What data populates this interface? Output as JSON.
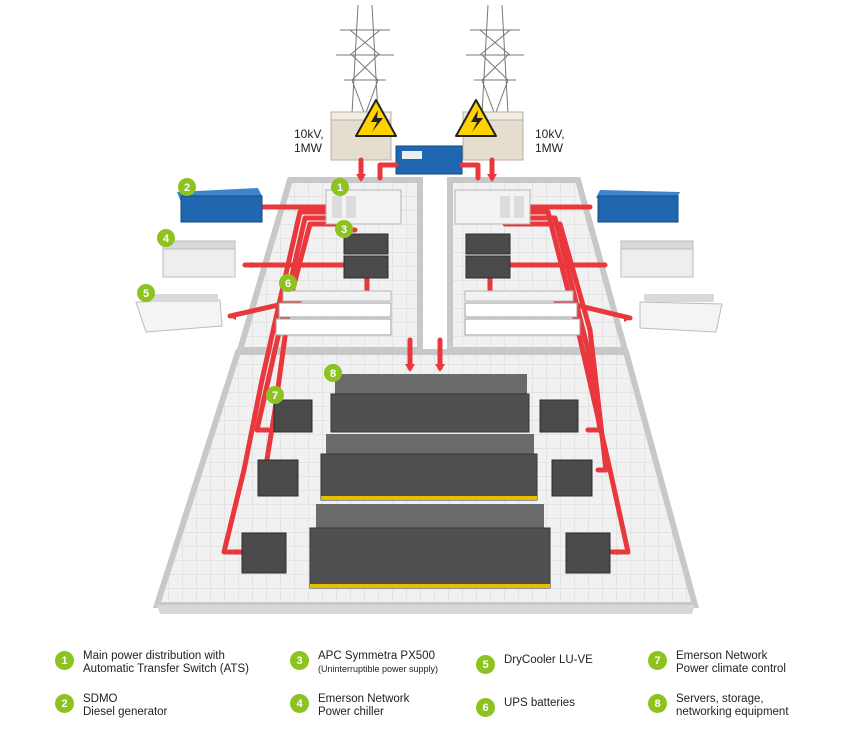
{
  "power_labels": [
    {
      "line1": "10kV,",
      "line2": "1MW"
    },
    {
      "line1": "10kV,",
      "line2": "1MW"
    }
  ],
  "callouts": [
    "1",
    "2",
    "3",
    "4",
    "5",
    "6",
    "7",
    "8"
  ],
  "legend": [
    {
      "number": "1",
      "line1": "Main power distribution with",
      "line2": "Automatic Transfer Switch (ATS)",
      "small": false
    },
    {
      "number": "2",
      "line1": "SDMO",
      "line2": "Diesel generator",
      "small": false
    },
    {
      "number": "3",
      "line1": "APC Symmetra PX500",
      "line2": "(Uninterruptible power supply)",
      "small": true
    },
    {
      "number": "4",
      "line1": "Emerson Network",
      "line2": "Power chiller",
      "small": false
    },
    {
      "number": "5",
      "line1": "DryCooler LU-VE",
      "line2": "",
      "small": false
    },
    {
      "number": "6",
      "line1": "UPS batteries",
      "line2": "",
      "small": false
    },
    {
      "number": "7",
      "line1": "Emerson Network",
      "line2": "Power climate control",
      "small": false
    },
    {
      "number": "8",
      "line1": "Servers, storage,",
      "line2": "networking equipment",
      "small": false
    }
  ],
  "colors": {
    "badge": "#8dc21f",
    "cable": "#e8383d",
    "floor": "#eeeeee",
    "rack": "#555555",
    "generator": "#1f67b1",
    "warning": "#ffd200"
  }
}
